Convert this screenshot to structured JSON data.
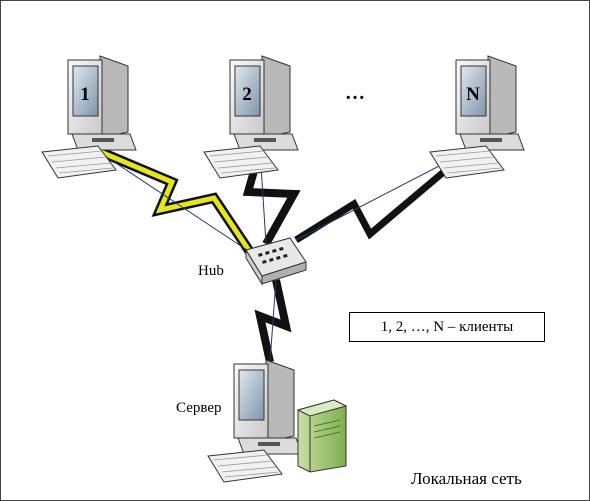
{
  "clients": [
    {
      "number": "1"
    },
    {
      "number": "2"
    },
    {
      "number": "N"
    }
  ],
  "ellipsis": "…",
  "hub": {
    "label": "Hub"
  },
  "server": {
    "label": "Сервер"
  },
  "legend": {
    "text": "1, 2, …, N – клиенты"
  },
  "network": {
    "label": "Локальная сеть"
  },
  "colors": {
    "monitor_face": "#e9e9e9",
    "screen": "#9fb2c6",
    "link_black": "#111111",
    "link_yellow": "#e6e61e",
    "server_tower": "#9bc46a",
    "frame": "#000000"
  }
}
